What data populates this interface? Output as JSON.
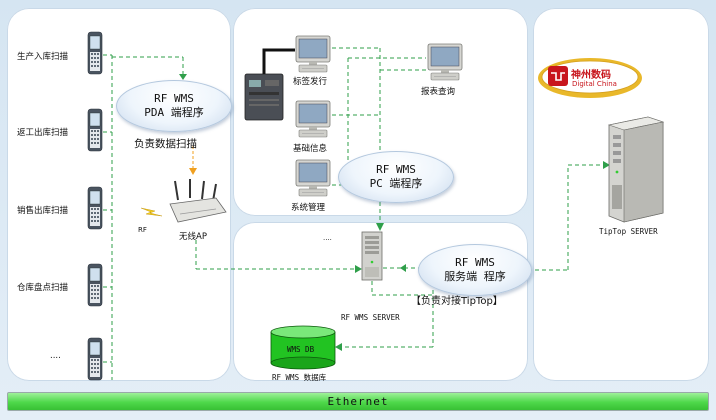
{
  "left_column": {
    "scanners": [
      {
        "label": "生产入库扫描"
      },
      {
        "label": "返工出库扫描"
      },
      {
        "label": "销售出库扫描"
      },
      {
        "label": "仓库盘点扫描"
      },
      {
        "label": "...."
      }
    ]
  },
  "pda_app": {
    "line1": "RF WMS",
    "line2": "PDA 端程序",
    "caption": "负责数据扫描"
  },
  "wireless": {
    "ap_label": "无线AP",
    "rf_label": "RF"
  },
  "pc_area": {
    "terminals": [
      {
        "label": "标签发行"
      },
      {
        "label": "基础信息"
      },
      {
        "label": "系统管理"
      },
      {
        "label": "报表查询"
      }
    ],
    "app_line1": "RF WMS",
    "app_line2": "PC 端程序"
  },
  "server_area": {
    "ellipsis": "....",
    "server_label": "RF WMS SERVER",
    "app_line1": "RF WMS",
    "app_line2": "服务端 程序",
    "caption": "【负责对接TipTop】",
    "db_inner": "WMS DB",
    "db_label": "RF WMS 数据库"
  },
  "right_area": {
    "logo_cn": "神州数码",
    "logo_en": "Digital China",
    "server_label": "TipTop SERVER"
  },
  "network": {
    "label": "Ethernet"
  },
  "colors": {
    "connector": "#2f9f4a",
    "ethernet": "#4ed84a",
    "db": "#21c421"
  }
}
